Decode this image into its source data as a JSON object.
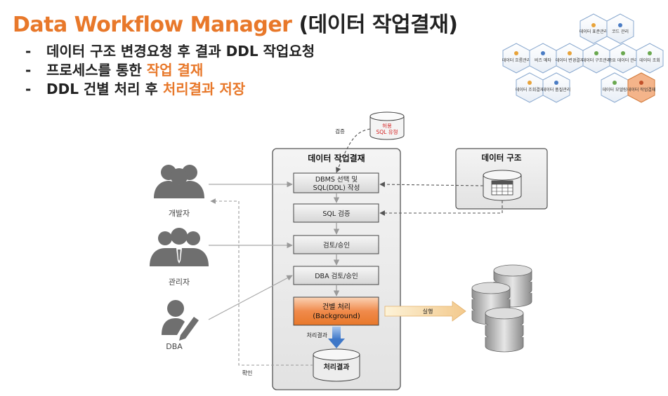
{
  "title": {
    "en": "Data Workflow Manager",
    "ko": "(데이터 작업결재)"
  },
  "bullets": [
    {
      "pre": "데이터 구조 변경요청 후 결과 DDL 작업요청",
      "hl": ""
    },
    {
      "pre": "프로세스를 통한 ",
      "hl": "작업 결재"
    },
    {
      "pre": "DDL 건별 처리 후 ",
      "hl": "처리결과 저장"
    }
  ],
  "hex_modules": [
    "데이터 표준관리",
    "코드 관리",
    "데이터 흐름관리",
    "비즈 메타",
    "데이터 변경결재",
    "데이터 구조관리",
    "중요 데이터 관리",
    "데이터 조회",
    "데이터 조회결재",
    "데이터 품질관리",
    "데이터 모델링",
    "데이터 작업결재"
  ],
  "actors": {
    "developer": "개발자",
    "manager": "관리자",
    "dba": "DBA"
  },
  "workflow": {
    "title": "데이터 작업결재",
    "steps": {
      "step1_line1": "DBMS 선택 및",
      "step1_line2": "SQL(DDL) 작성",
      "step2": "SQL 검증",
      "step3": "검토/승인",
      "step4": "DBA 검토/승인",
      "step5_line1": "건별 처리",
      "step5_line2": "(Background)"
    },
    "result_label": "처리결과",
    "result_db": "처리결과"
  },
  "allowed_sql": {
    "line1": "허용",
    "line2": "SQL 유형",
    "verify_label": "검증"
  },
  "data_structure": {
    "title": "데이터 구조"
  },
  "labels": {
    "confirm": "확인",
    "execute": "실행"
  },
  "colors": {
    "accent": "#e8782a",
    "highlight_step": "#f08a4b",
    "red_text": "#d42020"
  }
}
